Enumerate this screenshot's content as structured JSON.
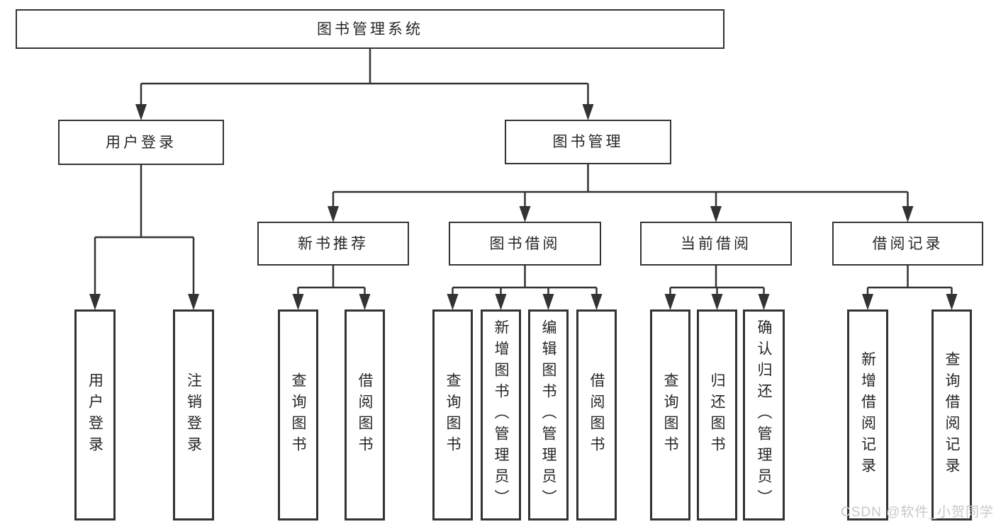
{
  "diagram": {
    "title": "图书管理系统",
    "watermark": "CSDN @软件_小贺同学",
    "colors": {
      "line": "#333333",
      "box_border": "#333333",
      "text": "#262626",
      "watermark": "#c8c8c8",
      "background": "#ffffff"
    },
    "nodes": [
      {
        "id": "root",
        "label": "图书管理系统",
        "parent": null,
        "orientation": "horizontal"
      },
      {
        "id": "user-login",
        "label": "用户登录",
        "parent": "root",
        "orientation": "horizontal"
      },
      {
        "id": "book-mgmt",
        "label": "图书管理",
        "parent": "root",
        "orientation": "horizontal"
      },
      {
        "id": "new-book-rec",
        "label": "新书推荐",
        "parent": "book-mgmt",
        "orientation": "horizontal"
      },
      {
        "id": "book-borrow",
        "label": "图书借阅",
        "parent": "book-mgmt",
        "orientation": "horizontal"
      },
      {
        "id": "current-borrow",
        "label": "当前借阅",
        "parent": "book-mgmt",
        "orientation": "horizontal"
      },
      {
        "id": "borrow-record",
        "label": "借阅记录",
        "parent": "book-mgmt",
        "orientation": "horizontal"
      },
      {
        "id": "login-user",
        "label": "用户登录",
        "parent": "user-login",
        "orientation": "vertical"
      },
      {
        "id": "logout-user",
        "label": "注销登录",
        "parent": "user-login",
        "orientation": "vertical"
      },
      {
        "id": "rec-query-book",
        "label": "查询图书",
        "parent": "new-book-rec",
        "orientation": "vertical"
      },
      {
        "id": "rec-borrow-book",
        "label": "借阅图书",
        "parent": "new-book-rec",
        "orientation": "vertical"
      },
      {
        "id": "bb-query-book",
        "label": "查询图书",
        "parent": "book-borrow",
        "orientation": "vertical"
      },
      {
        "id": "bb-add-book",
        "label": "新增图书（管理员）",
        "parent": "book-borrow",
        "orientation": "vertical"
      },
      {
        "id": "bb-edit-book",
        "label": "编辑图书（管理员）",
        "parent": "book-borrow",
        "orientation": "vertical"
      },
      {
        "id": "bb-borrow-book",
        "label": "借阅图书",
        "parent": "book-borrow",
        "orientation": "vertical"
      },
      {
        "id": "cb-query-book",
        "label": "查询图书",
        "parent": "current-borrow",
        "orientation": "vertical"
      },
      {
        "id": "cb-return-book",
        "label": "归还图书",
        "parent": "current-borrow",
        "orientation": "vertical"
      },
      {
        "id": "cb-confirm-return",
        "label": "确认归还（管理员）",
        "parent": "current-borrow",
        "orientation": "vertical"
      },
      {
        "id": "br-add-record",
        "label": "新增借阅记录",
        "parent": "borrow-record",
        "orientation": "vertical"
      },
      {
        "id": "br-query-record",
        "label": "查询借阅记录",
        "parent": "borrow-record",
        "orientation": "vertical"
      }
    ]
  }
}
